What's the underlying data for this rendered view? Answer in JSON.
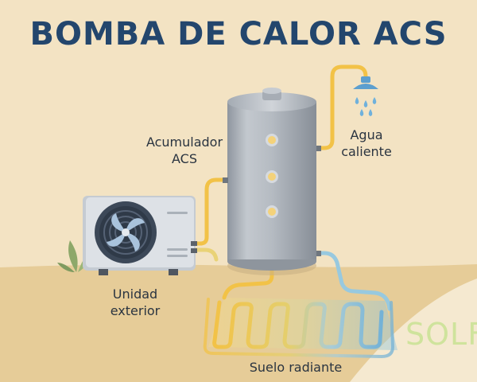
{
  "title": "BOMBA DE CALOR ACS",
  "labels": {
    "tank": [
      "Acumulador",
      "ACS"
    ],
    "hot_water": [
      "Agua",
      "caliente"
    ],
    "outdoor_unit": [
      "Unidad",
      "exterior"
    ],
    "floor": "Suelo radiante"
  },
  "watermark": "SOLF",
  "icons": [
    "shower-icon",
    "fan-icon",
    "plant-icon"
  ],
  "colors": {
    "background": "#f3e3c3",
    "ground": "#e6cc98",
    "title": "#23466d",
    "pipe_hot": "#f2c247",
    "pipe_cold": "#7fb6d8",
    "tank": "#b3b9c1",
    "water_drop": "#6fb1dc",
    "logo": "#cfe39c"
  }
}
